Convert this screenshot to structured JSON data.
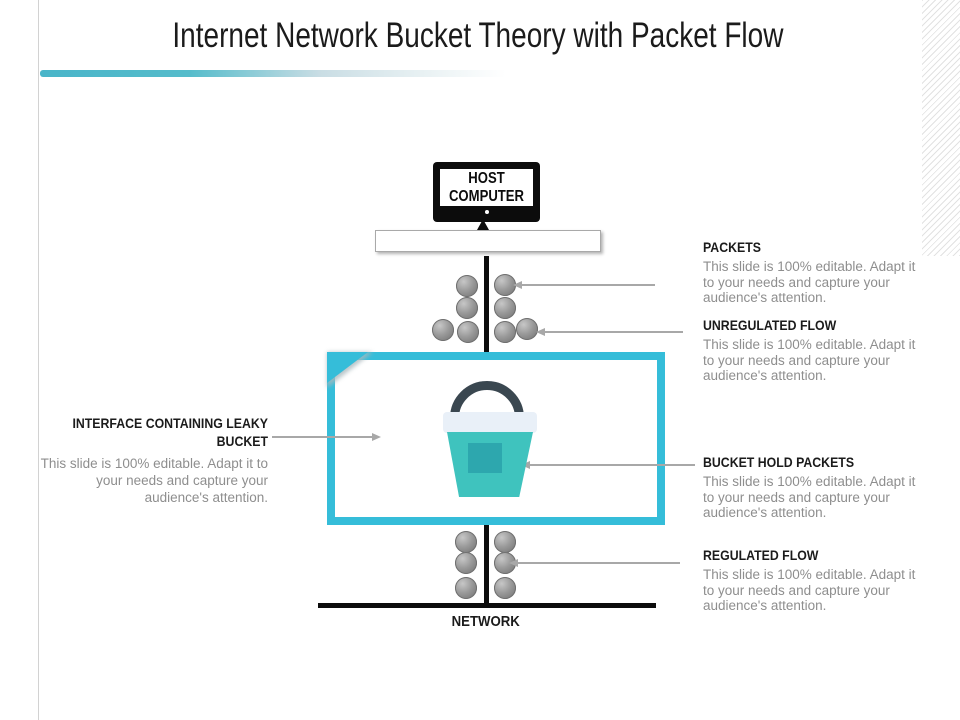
{
  "slide": {
    "title": "Internet Network Bucket Theory with Packet Flow",
    "monitor_label": "HOST COMPUTER",
    "network_label": "NETWORK"
  },
  "callouts": {
    "packets": {
      "title": "PACKETS",
      "desc": "This slide is 100% editable. Adapt it to your needs and capture your audience's attention."
    },
    "unregulated_flow": {
      "title": "UNREGULATED FLOW",
      "desc": "This slide is 100% editable. Adapt it to your needs and capture your audience's attention."
    },
    "interface_leaky_bucket": {
      "title": "INTERFACE CONTAINING LEAKY BUCKET",
      "desc": "This slide is 100% editable. Adapt it to your needs and capture your audience's attention."
    },
    "bucket_hold_packets": {
      "title": "BUCKET HOLD PACKETS",
      "desc": "This slide is 100% editable. Adapt it to your needs and capture your audience's attention."
    },
    "regulated_flow": {
      "title": "REGULATED FLOW",
      "desc": "This slide is 100% editable. Adapt it to your needs and capture your audience's attention."
    }
  },
  "colors": {
    "accent_teal": "#35bdd9",
    "bucket_body_teal": "#3fc3be",
    "bucket_inner_teal": "#2da7ae",
    "bucket_rim": "#e9f0f8",
    "handle_dark": "#3a4750",
    "packet_gray": "#8a8a8a",
    "body_text_gray": "#8e8e8e",
    "arrow_gray": "#a8a8a8",
    "line_black": "#0c0c0c"
  }
}
